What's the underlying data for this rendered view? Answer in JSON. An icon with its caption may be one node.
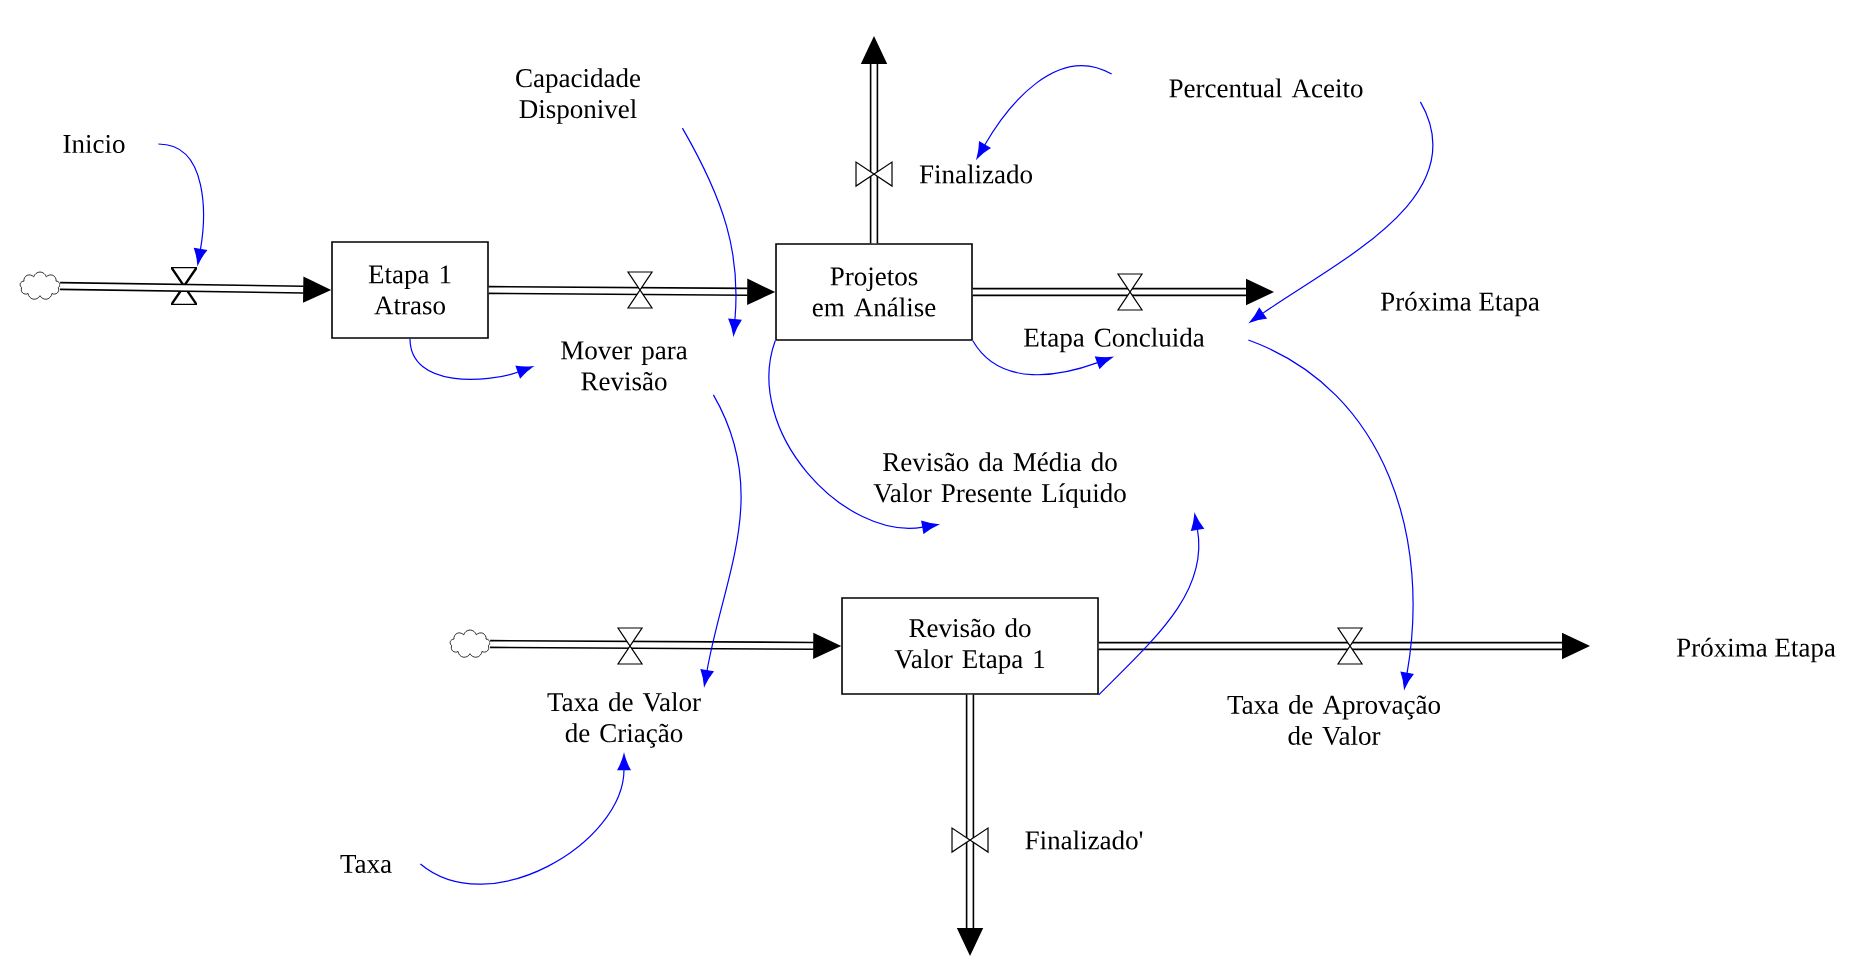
{
  "diagram": {
    "nodes": [
      {
        "text": [],
        "shape": "cloud"
      },
      {
        "text": [
          "Etapa 1 Atraso"
        ]
      },
      {
        "text": [
          "Projetos em Análise"
        ]
      },
      {
        "text": [
          "Inicio"
        ]
      },
      {
        "text": [
          "Capacidade Disponivel"
        ]
      },
      {
        "text": [
          "Mover para Revisão"
        ]
      },
      {
        "text": [
          "Finalizado"
        ]
      },
      {
        "text": [
          "Etapa Concluida"
        ]
      },
      {
        "text": [
          "Percentual Aceito"
        ]
      },
      {
        "text": [
          "Revisão da Média do Valor Presente Líquido"
        ]
      },
      {
        "text": [],
        "shape": "cloud"
      },
      {
        "text": [
          "Revisão do Valor Etapa 1"
        ]
      },
      {
        "text": [
          "Taxa de Valor de Criação"
        ]
      },
      {
        "text": [
          "Taxa de Aprovação de Valor"
        ]
      },
      {
        "text": [
          "Finalizado'"
        ]
      },
      {
        "text": [
          "Taxa"
        ]
      },
      {
        "text": [],
        "shape": "valve"
      }
    ],
    "edges": [
      {
        "from": 0,
        "to": 1,
        "arrow": "to",
        "style": "thick",
        "color": "#000000"
      },
      {
        "from": 1,
        "to": 2,
        "arrow": "to",
        "style": "thick",
        "color": "#000000"
      },
      {
        "from": 2,
        "to": null,
        "arrow": "to",
        "style": "thick",
        "color": "#000000"
      },
      {
        "from": 2,
        "to": null,
        "arrow": "to",
        "style": "thick",
        "color": "#000000"
      },
      {
        "from": 10,
        "to": 11,
        "arrow": "to",
        "style": "thick",
        "color": "#000000"
      },
      {
        "from": 11,
        "to": null,
        "arrow": "to",
        "style": "thick",
        "color": "#000000"
      },
      {
        "from": 11,
        "to": null,
        "arrow": "to",
        "style": "thick",
        "color": "#000000"
      },
      {
        "from": 3,
        "to": 16,
        "arrow": "to"
      },
      {
        "from": 4,
        "to": 5,
        "arrow": "to"
      },
      {
        "from": 1,
        "to": 5,
        "arrow": "to"
      },
      {
        "from": 8,
        "to": 6,
        "arrow": "to"
      },
      {
        "from": 8,
        "to": 7,
        "arrow": "to"
      },
      {
        "from": 2,
        "to": 7,
        "arrow": "to"
      },
      {
        "from": 2,
        "to": 9,
        "arrow": "to"
      },
      {
        "from": 5,
        "to": 12,
        "arrow": "to"
      },
      {
        "from": 7,
        "to": 13,
        "arrow": "to"
      },
      {
        "from": 11,
        "to": 9,
        "arrow": "to"
      },
      {
        "from": 15,
        "to": 12,
        "arrow": "to"
      }
    ],
    "labels": [
      "Próxima Etapa",
      "Próxima Etapa"
    ]
  }
}
